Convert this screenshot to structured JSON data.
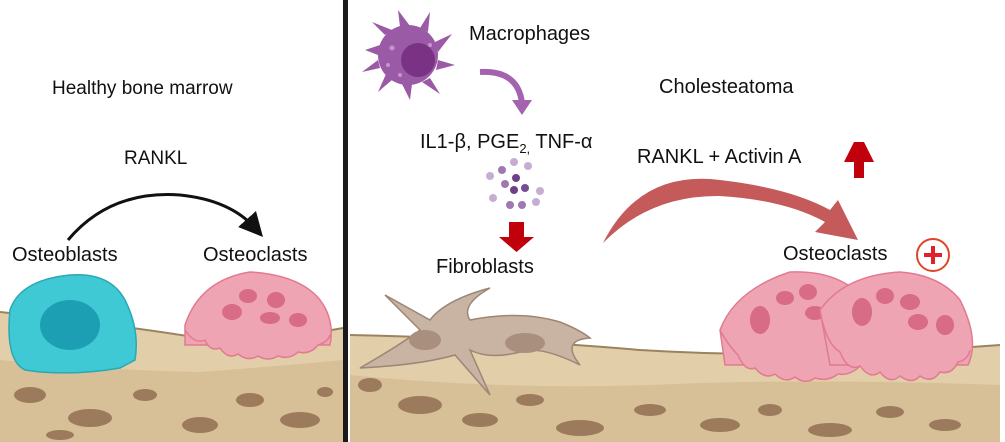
{
  "left_panel": {
    "title": "Healthy bone marrow",
    "signal": "RANKL",
    "source_cell": "Osteoblasts",
    "target_cell": "Osteoclasts"
  },
  "right_panel": {
    "title": "Cholesteatoma",
    "immune_cell": "Macrophages",
    "cytokines_part1": "IL1-β, PGE",
    "cytokines_sub": "2,",
    "cytokines_part2": " TNF-α",
    "stromal_cell": "Fibroblasts",
    "signal": "RANKL + Activin A",
    "target_cell": "Osteoclasts",
    "increase_indicator": "up-arrow",
    "activation_indicator": "plus-circle"
  },
  "colors": {
    "osteoblast": "#3fc9d4",
    "osteoclast": "#eea4b2",
    "macrophage": "#9b5aa5",
    "fibroblast": "#c9b3a3",
    "bone": "#e5d1ad",
    "red_arrow": "#c0000a",
    "signal_arrow": "#c45a5a"
  }
}
